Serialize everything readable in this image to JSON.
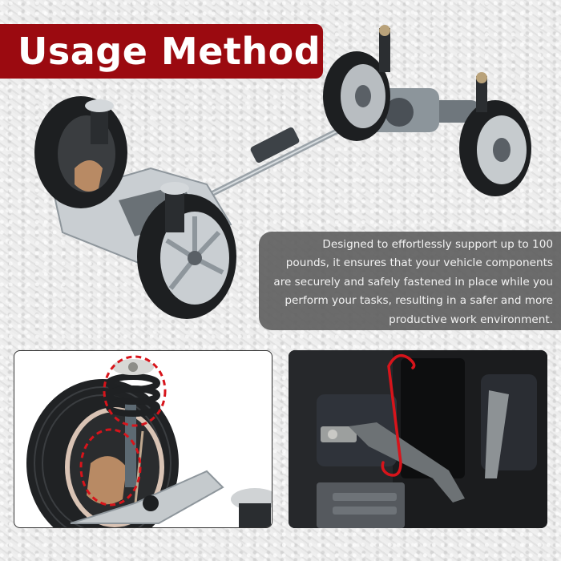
{
  "header": {
    "title": "Usage Method"
  },
  "description": {
    "lines": [
      "Designed to effortlessly support up to 100",
      "pounds, it ensures that your vehicle components",
      "are securely and safely fastened in place while you",
      "perform your tasks, resulting in a safer and more",
      "productive work environment."
    ]
  },
  "images": {
    "main": "car-chassis-suspension-illustration",
    "left_panel": "front-wheel-strut-with-red-dashed-circles",
    "right_panel": "red-s-hook-holding-control-arm-photo"
  },
  "colors": {
    "banner": "#9b0a10",
    "banner_text": "#ffffff",
    "info_box": "#5f5f5f",
    "highlight_circle": "#d7141b",
    "hook": "#d7141b"
  }
}
